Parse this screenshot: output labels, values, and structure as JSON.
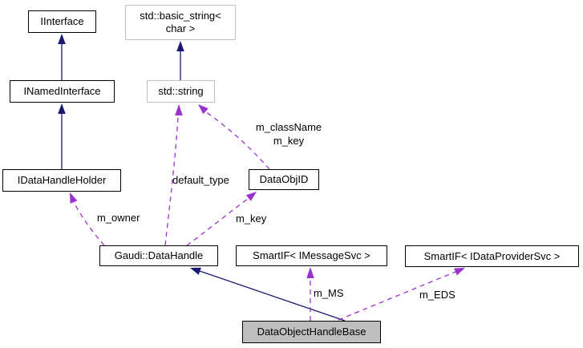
{
  "diagram": {
    "colors": {
      "background": "#ffffff",
      "inheritance_edge": "#191970",
      "usage_edge": "#9a32cd",
      "box_border": "#000000",
      "external_box_border": "#c0c0c0",
      "highlight_fill": "#bfbfbf"
    },
    "nodes": [
      {
        "label": "IInterface"
      },
      {
        "label": "std::basic_string< char >",
        "line1": "std::basic_string<",
        "line2": "char >"
      },
      {
        "label": "INamedInterface"
      },
      {
        "label": "std::string"
      },
      {
        "label": "IDataHandleHolder"
      },
      {
        "label": "DataObjID"
      },
      {
        "label": "Gaudi::DataHandle"
      },
      {
        "label": "SmartIF< IMessageSvc >"
      },
      {
        "label": "SmartIF< IDataProviderSvc >"
      },
      {
        "label": "DataObjectHandleBase"
      }
    ],
    "edges": [
      {
        "from": "INamedInterface",
        "to": "IInterface",
        "type": "inheritance",
        "label": ""
      },
      {
        "from": "IDataHandleHolder",
        "to": "INamedInterface",
        "type": "inheritance",
        "label": ""
      },
      {
        "from": "std::string",
        "to": "std::basic_string< char >",
        "type": "inheritance",
        "label": ""
      },
      {
        "from": "DataObjectHandleBase",
        "to": "Gaudi::DataHandle",
        "type": "inheritance",
        "label": ""
      },
      {
        "from": "DataObjID",
        "to": "std::string",
        "type": "usage",
        "label_line1": "m_className",
        "label_line2": "m_key"
      },
      {
        "from": "Gaudi::DataHandle",
        "to": "std::string",
        "type": "usage",
        "label": "default_type"
      },
      {
        "from": "Gaudi::DataHandle",
        "to": "IDataHandleHolder",
        "type": "usage",
        "label": "m_owner"
      },
      {
        "from": "Gaudi::DataHandle",
        "to": "DataObjID",
        "type": "usage",
        "label": "m_key"
      },
      {
        "from": "DataObjectHandleBase",
        "to": "SmartIF< IMessageSvc >",
        "type": "usage",
        "label": "m_MS"
      },
      {
        "from": "DataObjectHandleBase",
        "to": "SmartIF< IDataProviderSvc >",
        "type": "usage",
        "label": "m_EDS"
      }
    ]
  }
}
